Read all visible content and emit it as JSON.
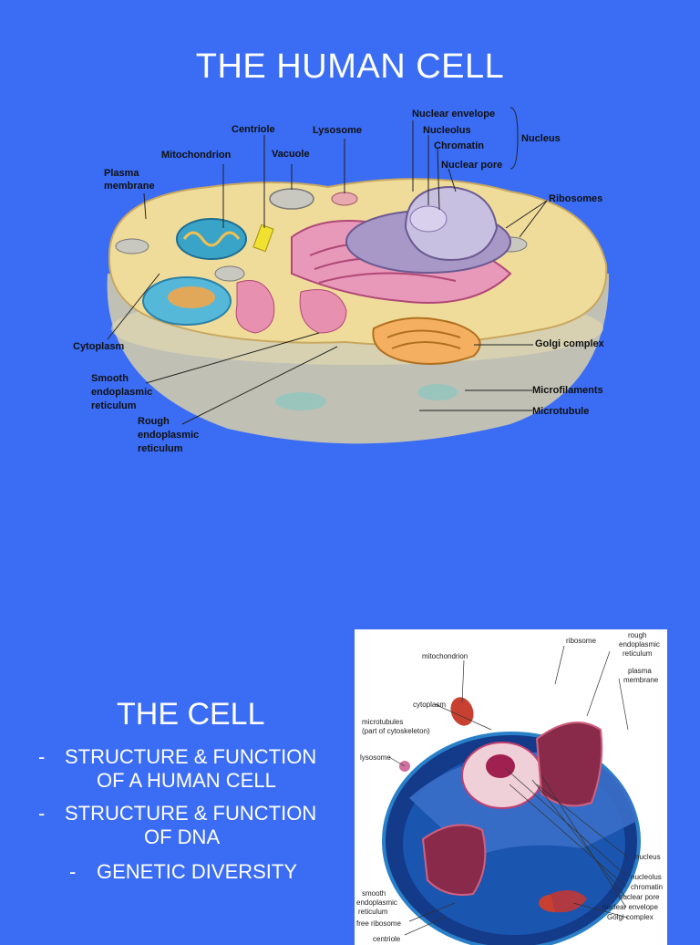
{
  "slide1": {
    "title": "THE HUMAN CELL",
    "labels": {
      "nuclear_envelope": "Nuclear envelope",
      "nucleolus": "Nucleolus",
      "chromatin": "Chromatin",
      "nuclear_pore": "Nuclear pore",
      "nucleus": "Nucleus",
      "centriole": "Centriole",
      "lysosome": "Lysosome",
      "mitochondrion": "Mitochondrion",
      "vacuole": "Vacuole",
      "plasma_membrane_1": "Plasma",
      "plasma_membrane_2": "membrane",
      "ribosomes": "Ribosomes",
      "cytoplasm": "Cytoplasm",
      "golgi_complex": "Golgi complex",
      "smooth_er_1": "Smooth",
      "smooth_er_2": "endoplasmic",
      "smooth_er_3": "reticulum",
      "microfilaments": "Microfilaments",
      "microtubule": "Microtubule",
      "rough_er_1": "Rough",
      "rough_er_2": "endoplasmic",
      "rough_er_3": "reticulum"
    }
  },
  "slide2": {
    "title": "THE CELL",
    "bullets": [
      {
        "dash": "-",
        "line1": "STRUCTURE & FUNCTION",
        "line2": "OF A HUMAN CELL"
      },
      {
        "dash": "-",
        "line1": "STRUCTURE & FUNCTION",
        "line2": "OF DNA"
      },
      {
        "dash": "-",
        "line1": "GENETIC DIVERSITY",
        "line2": ""
      }
    ],
    "image_labels": {
      "mitochondrion": "mitochondrion",
      "ribosome": "ribosome",
      "rough_er_1": "rough",
      "rough_er_2": "endoplasmic",
      "rough_er_3": "reticulum",
      "plasma_1": "plasma",
      "plasma_2": "membrane",
      "cytoplasm": "cytoplasm",
      "microtubules_1": "microtubules",
      "microtubules_2": "(part of cytoskeleton)",
      "lysosome": "lysosome",
      "nucleus": "nucleus",
      "nucleolus": "nucleolus",
      "chromatin": "chromatin",
      "nuclear_pore": "nuclear pore",
      "nuclear_envelope": "nuclear envelope",
      "golgi": "Golgi complex",
      "smooth_er_1": "smooth",
      "smooth_er_2": "endoplasmic",
      "smooth_er_3": "reticulum",
      "free_ribosome": "free ribosome",
      "centriole": "centriole"
    }
  }
}
